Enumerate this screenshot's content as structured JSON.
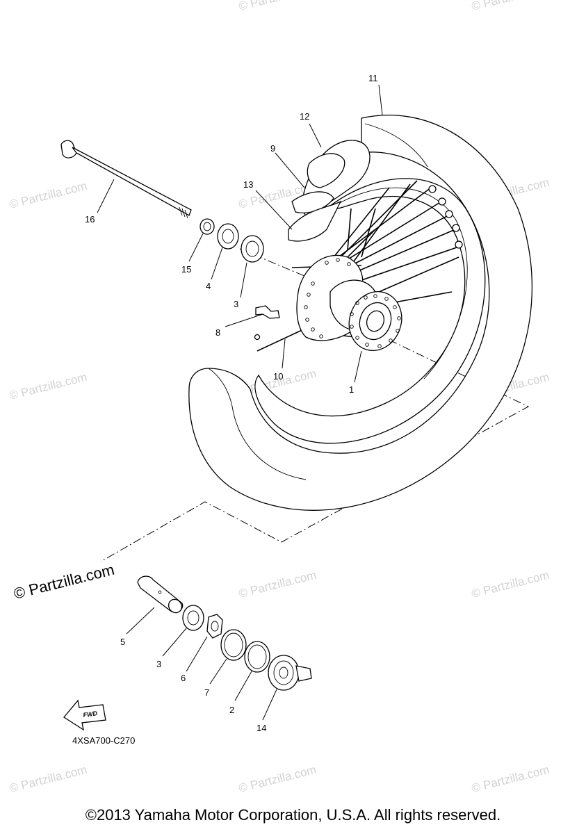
{
  "callouts": {
    "p1": "1",
    "p2": "2",
    "p3a": "3",
    "p3b": "3",
    "p4": "4",
    "p5": "5",
    "p6": "6",
    "p7": "7",
    "p8": "8",
    "p9": "9",
    "p10": "10",
    "p11": "11",
    "p12": "12",
    "p13": "13",
    "p14": "14",
    "p15": "15",
    "p16": "16"
  },
  "fwd_label": "FWD",
  "diagram_code": "4XSA700-C270",
  "watermark": "© Partzilla.com",
  "copyright": "©2013 Yamaha Motor Corporation, U.S.A. All rights reserved."
}
